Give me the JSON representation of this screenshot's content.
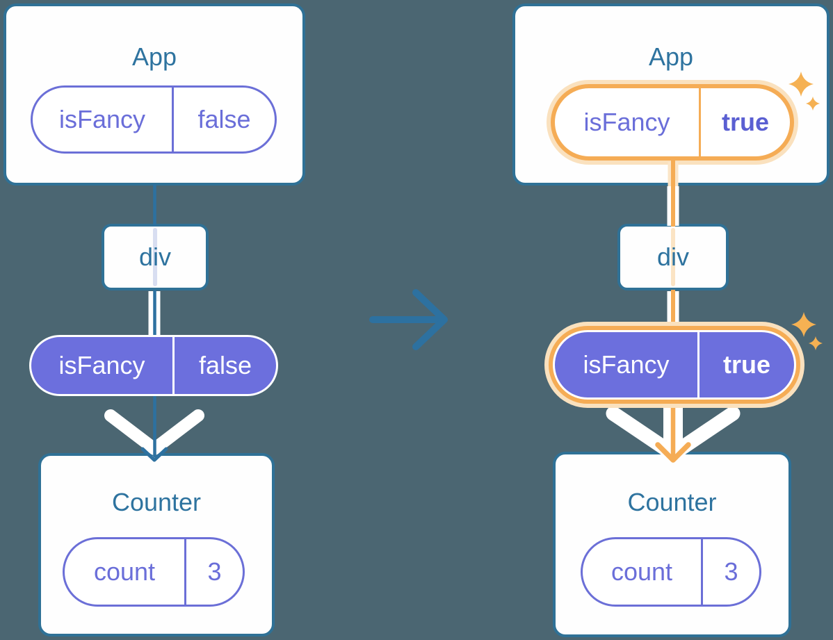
{
  "colors": {
    "background": "#4B6672",
    "box_border": "#2F7196",
    "heading_text": "#2E739F",
    "connector_blue": "#2D71A0",
    "purple_fill": "#6C6FDD",
    "purple_outline": "#6B6FD7",
    "purple_text": "#6A6ED9",
    "purple_text_bold": "#5A5FD2",
    "orange": "#F5AC55",
    "orange_halo": "#FAE1BE",
    "orange_halo_light": "#FBE5C7",
    "sparkle_orange": "#F5B153",
    "passthrough_blue": "#D8DEF1",
    "passthrough_peach": "#FBE4C4",
    "white": "#FFFFFF"
  },
  "icons": {
    "transition_arrow": "right-arrow",
    "flow_arrow": "thick-white-down-arrow",
    "sparkle": "four-point-star"
  },
  "before": {
    "app": {
      "title": "App",
      "prop": {
        "name": "isFancy",
        "value": "false"
      }
    },
    "div": {
      "label": "div"
    },
    "passed_prop": {
      "name": "isFancy",
      "value": "false"
    },
    "counter": {
      "title": "Counter",
      "state": {
        "name": "count",
        "value": "3"
      }
    }
  },
  "after": {
    "app": {
      "title": "App",
      "prop": {
        "name": "isFancy",
        "value": "true"
      }
    },
    "div": {
      "label": "div"
    },
    "passed_prop": {
      "name": "isFancy",
      "value": "true"
    },
    "counter": {
      "title": "Counter",
      "state": {
        "name": "count",
        "value": "3"
      }
    }
  }
}
